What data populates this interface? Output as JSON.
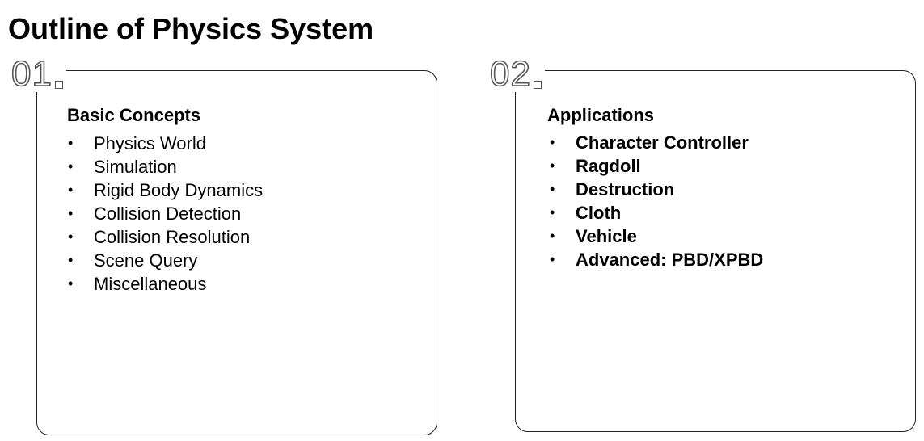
{
  "page": {
    "title": "Outline of Physics System"
  },
  "sections": [
    {
      "number": "01",
      "heading": "Basic Concepts",
      "items": [
        "Physics World",
        "Simulation",
        "Rigid Body Dynamics",
        "Collision Detection",
        "Collision Resolution",
        "Scene Query",
        "Miscellaneous"
      ]
    },
    {
      "number": "02",
      "heading": "Applications",
      "items": [
        "Character Controller",
        "Ragdoll",
        "Destruction",
        "Cloth",
        "Vehicle",
        "Advanced: PBD/XPBD"
      ]
    }
  ],
  "bullet_glyph": "•"
}
